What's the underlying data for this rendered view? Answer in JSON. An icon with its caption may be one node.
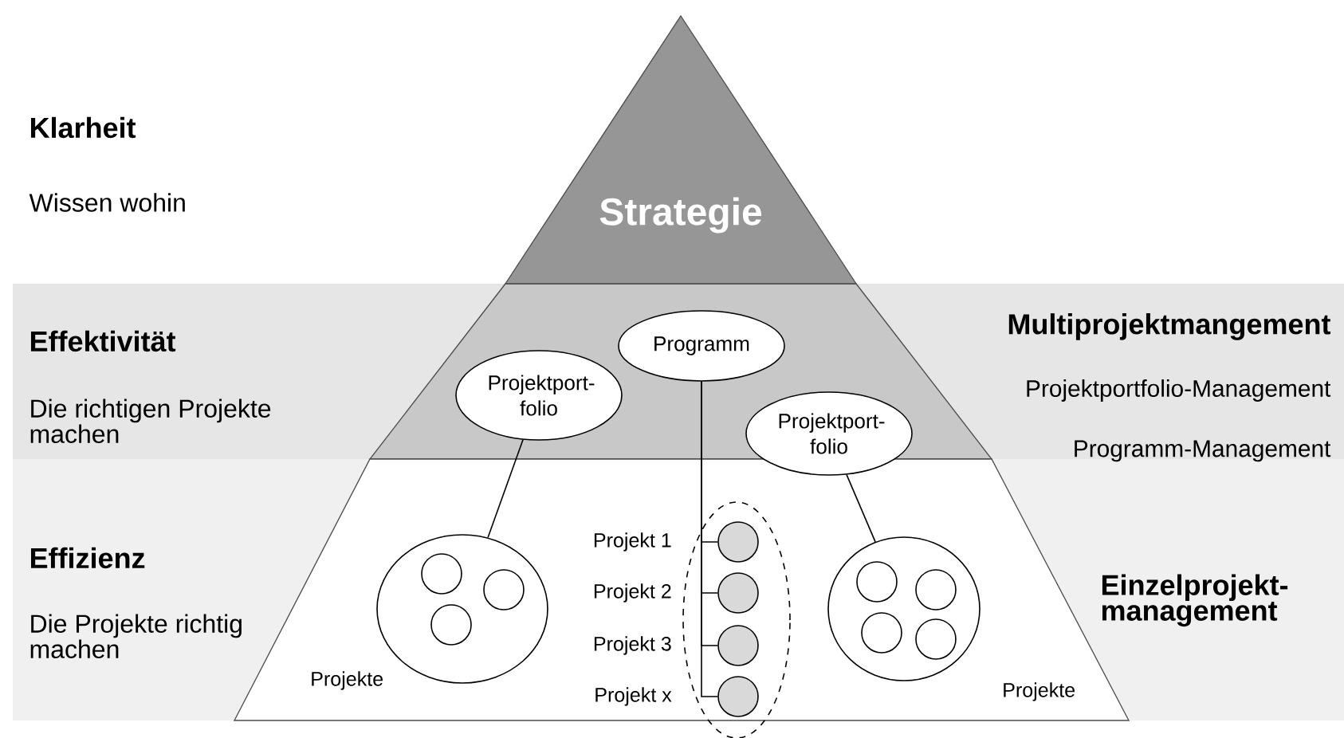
{
  "diagram": {
    "nodes": [
      {
        "text": [
          "Strategie"
        ]
      },
      {
        "text": [
          "Programm"
        ]
      },
      {
        "text": [
          "Projektport- folio"
        ]
      },
      {
        "text": [
          "Projektport- folio"
        ]
      },
      {
        "text": [],
        "shape": "ellipse",
        "beside": [
          "Projekte"
        ]
      },
      {
        "text": [],
        "shape": "circle",
        "in": 4
      },
      {
        "text": [],
        "shape": "circle",
        "in": 4
      },
      {
        "text": [],
        "shape": "circle",
        "in": 4
      },
      {
        "text": [],
        "shape": "ellipse",
        "beside": [
          "Projekte"
        ]
      },
      {
        "text": [],
        "shape": "circle",
        "in": 8
      },
      {
        "text": [],
        "shape": "circle",
        "in": 8
      },
      {
        "text": [],
        "shape": "circle",
        "in": 8
      },
      {
        "text": [],
        "shape": "circle",
        "in": 8
      },
      {
        "text": [],
        "shape": "ellipse"
      },
      {
        "text": [],
        "shape": "circle",
        "in": 13,
        "beside": [
          "Projekt 1"
        ]
      },
      {
        "text": [],
        "shape": "circle",
        "in": 13,
        "beside": [
          "Projekt 2"
        ]
      },
      {
        "text": [],
        "shape": "circle",
        "in": 13,
        "beside": [
          "Projekt 3"
        ]
      },
      {
        "text": [],
        "shape": "circle",
        "in": 13,
        "beside": [
          "Projekt x"
        ]
      }
    ],
    "edges": [
      {
        "from": 2,
        "to": 4,
        "arrow": "none"
      },
      {
        "from": 3,
        "to": 8,
        "arrow": "none"
      },
      {
        "from": 1,
        "to": 14,
        "arrow": "none"
      },
      {
        "from": 1,
        "to": 15,
        "arrow": "none"
      },
      {
        "from": 1,
        "to": 16,
        "arrow": "none"
      },
      {
        "from": 1,
        "to": 17,
        "arrow": "none"
      }
    ],
    "labels": [
      "Klarheit",
      "Wissen wohin",
      "Effektivität",
      "Multiprojektmangement",
      "Die richtigen Projekte machen",
      "Projektportfolio-Management",
      "Programm-Management",
      "Effizienz",
      "Einzelprojekt- management",
      "Die Projekte richtig machen"
    ]
  }
}
